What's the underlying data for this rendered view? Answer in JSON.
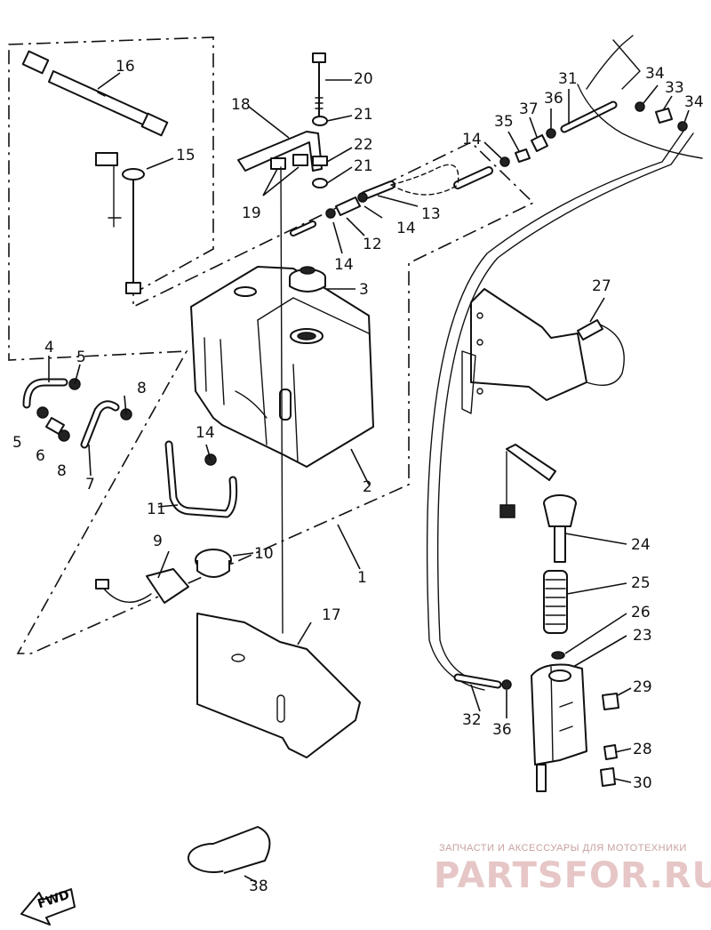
{
  "callouts": [
    {
      "id": "1",
      "label": "1"
    },
    {
      "id": "2",
      "label": "2"
    },
    {
      "id": "3",
      "label": "3"
    },
    {
      "id": "4",
      "label": "4"
    },
    {
      "id": "5a",
      "label": "5"
    },
    {
      "id": "5b",
      "label": "5"
    },
    {
      "id": "6",
      "label": "6"
    },
    {
      "id": "7",
      "label": "7"
    },
    {
      "id": "8a",
      "label": "8"
    },
    {
      "id": "8b",
      "label": "8"
    },
    {
      "id": "9",
      "label": "9"
    },
    {
      "id": "10",
      "label": "10"
    },
    {
      "id": "11",
      "label": "11"
    },
    {
      "id": "12",
      "label": "12"
    },
    {
      "id": "13",
      "label": "13"
    },
    {
      "id": "14a",
      "label": "14"
    },
    {
      "id": "14b",
      "label": "14"
    },
    {
      "id": "14c",
      "label": "14"
    },
    {
      "id": "14d",
      "label": "14"
    },
    {
      "id": "15",
      "label": "15"
    },
    {
      "id": "16",
      "label": "16"
    },
    {
      "id": "17",
      "label": "17"
    },
    {
      "id": "18",
      "label": "18"
    },
    {
      "id": "19",
      "label": "19"
    },
    {
      "id": "20",
      "label": "20"
    },
    {
      "id": "21a",
      "label": "21"
    },
    {
      "id": "21b",
      "label": "21"
    },
    {
      "id": "22",
      "label": "22"
    },
    {
      "id": "23",
      "label": "23"
    },
    {
      "id": "24",
      "label": "24"
    },
    {
      "id": "25",
      "label": "25"
    },
    {
      "id": "26",
      "label": "26"
    },
    {
      "id": "27",
      "label": "27"
    },
    {
      "id": "28",
      "label": "28"
    },
    {
      "id": "29",
      "label": "29"
    },
    {
      "id": "30",
      "label": "30"
    },
    {
      "id": "31",
      "label": "31"
    },
    {
      "id": "32",
      "label": "32"
    },
    {
      "id": "33",
      "label": "33"
    },
    {
      "id": "34a",
      "label": "34"
    },
    {
      "id": "34b",
      "label": "34"
    },
    {
      "id": "35",
      "label": "35"
    },
    {
      "id": "36a",
      "label": "36"
    },
    {
      "id": "36b",
      "label": "36"
    },
    {
      "id": "37",
      "label": "37"
    },
    {
      "id": "38",
      "label": "38"
    }
  ],
  "fwd_label": "FWD",
  "watermark": {
    "tagline": "ЗАПЧАСТИ И АКСЕССУАРЫ ДЛЯ МОТОТЕХНИКИ",
    "brand": "PARTSFOR.RU"
  }
}
